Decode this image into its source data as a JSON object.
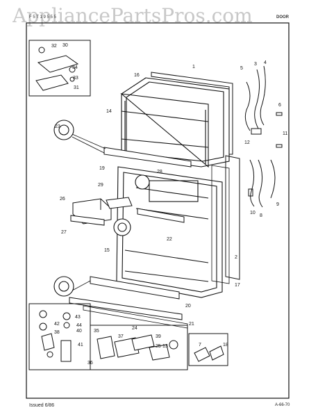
{
  "watermark": "AppliancePartsPros.com",
  "header": {
    "left": "F 5 T 1 9 5 5 5",
    "right": "DOOR"
  },
  "footer": {
    "issued": "Issued 6/86",
    "code": "A-66-70"
  },
  "callouts": [
    "1",
    "2",
    "3",
    "4",
    "5",
    "6",
    "7",
    "8",
    "9",
    "10",
    "11",
    "12",
    "13",
    "14",
    "15",
    "16",
    "17",
    "18",
    "19",
    "20",
    "21",
    "22",
    "23",
    "24",
    "25",
    "26",
    "27",
    "28",
    "29",
    "30",
    "31",
    "32",
    "33",
    "34",
    "35",
    "36",
    "37",
    "38",
    "39",
    "40",
    "41",
    "42",
    "43",
    "44"
  ]
}
